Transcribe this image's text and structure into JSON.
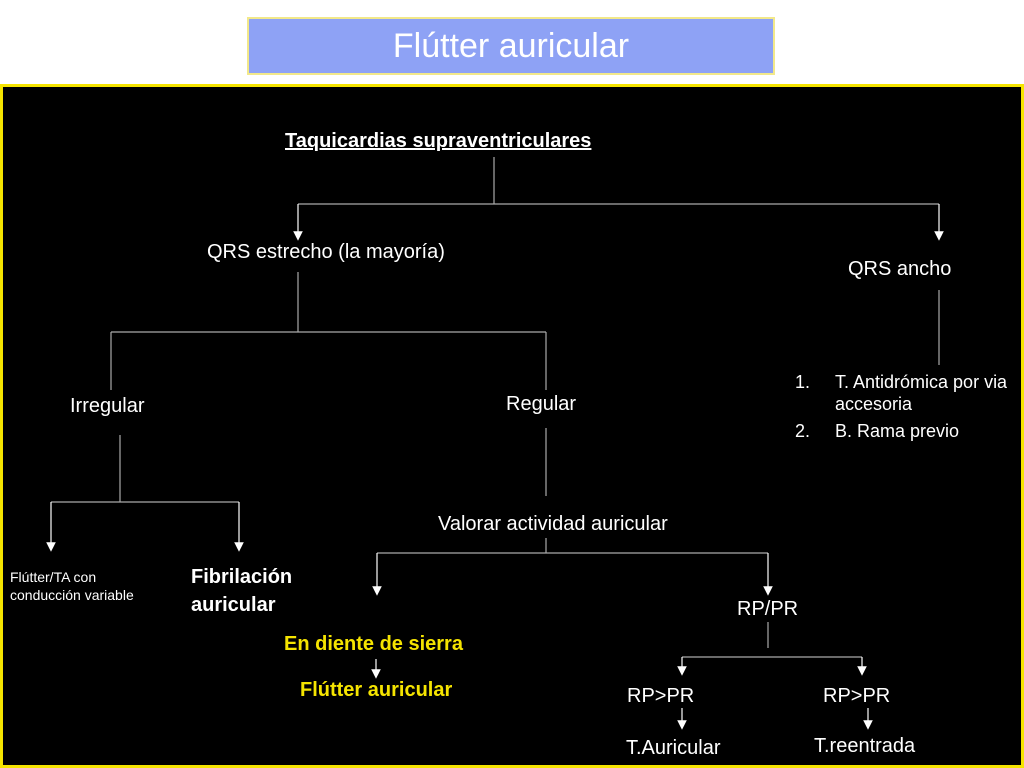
{
  "title": "Flútter auricular",
  "nodes": {
    "root": "Taquicardias supraventriculares",
    "qrs_estrecho": "QRS estrecho (la mayoría)",
    "qrs_ancho": "QRS ancho",
    "irregular": "Irregular",
    "regular": "Regular",
    "valorar": "Valorar actividad auricular",
    "flutter_ta": "Flútter/TA con conducción variable",
    "fibrilacion": "Fibrilación auricular",
    "diente": "En diente de sierra",
    "flutter_aur": "Flútter auricular",
    "rppr": "RP/PR",
    "rp_gt_pr_left": "RP>PR",
    "rp_gt_pr_right": "RP>PR",
    "t_auricular": "T.Auricular",
    "t_reentrada": "T.reentrada"
  },
  "qrs_ancho_list": [
    {
      "num": "1.",
      "text": "T. Antidrómica por via accesoria"
    },
    {
      "num": "2.",
      "text": "B. Rama previo"
    }
  ],
  "colors": {
    "title_bg": "#8ea2f5",
    "panel_bg": "#000000",
    "panel_border": "#f5e400",
    "highlight": "#f5e400",
    "text": "#ffffff",
    "lines": "#aaaaaa"
  }
}
